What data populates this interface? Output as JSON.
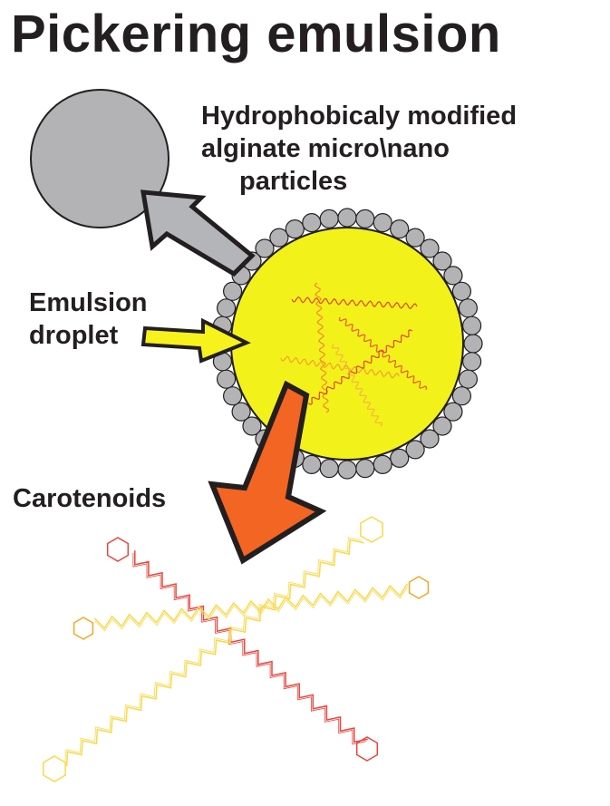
{
  "title": "Pickering emulsion",
  "labels": {
    "particles": [
      "Hydrophobicaly modified",
      "alginate micro\\nano",
      "particles"
    ],
    "droplet": [
      "Emulsion",
      "droplet"
    ],
    "carotenoids": "Carotenoids"
  },
  "colors": {
    "particle_fill": "#b3b3b6",
    "particle_stroke": "#231f20",
    "droplet_fill": "#f2f21a",
    "droplet_stroke": "#231f20",
    "arrow_particle": "#b4b5b8",
    "arrow_droplet": "#f7f21c",
    "arrow_carotenoid": "#f26522",
    "molecule_red": "#e8463c",
    "molecule_yellow": "#f7d94a",
    "molecule_orange": "#f5a623"
  }
}
